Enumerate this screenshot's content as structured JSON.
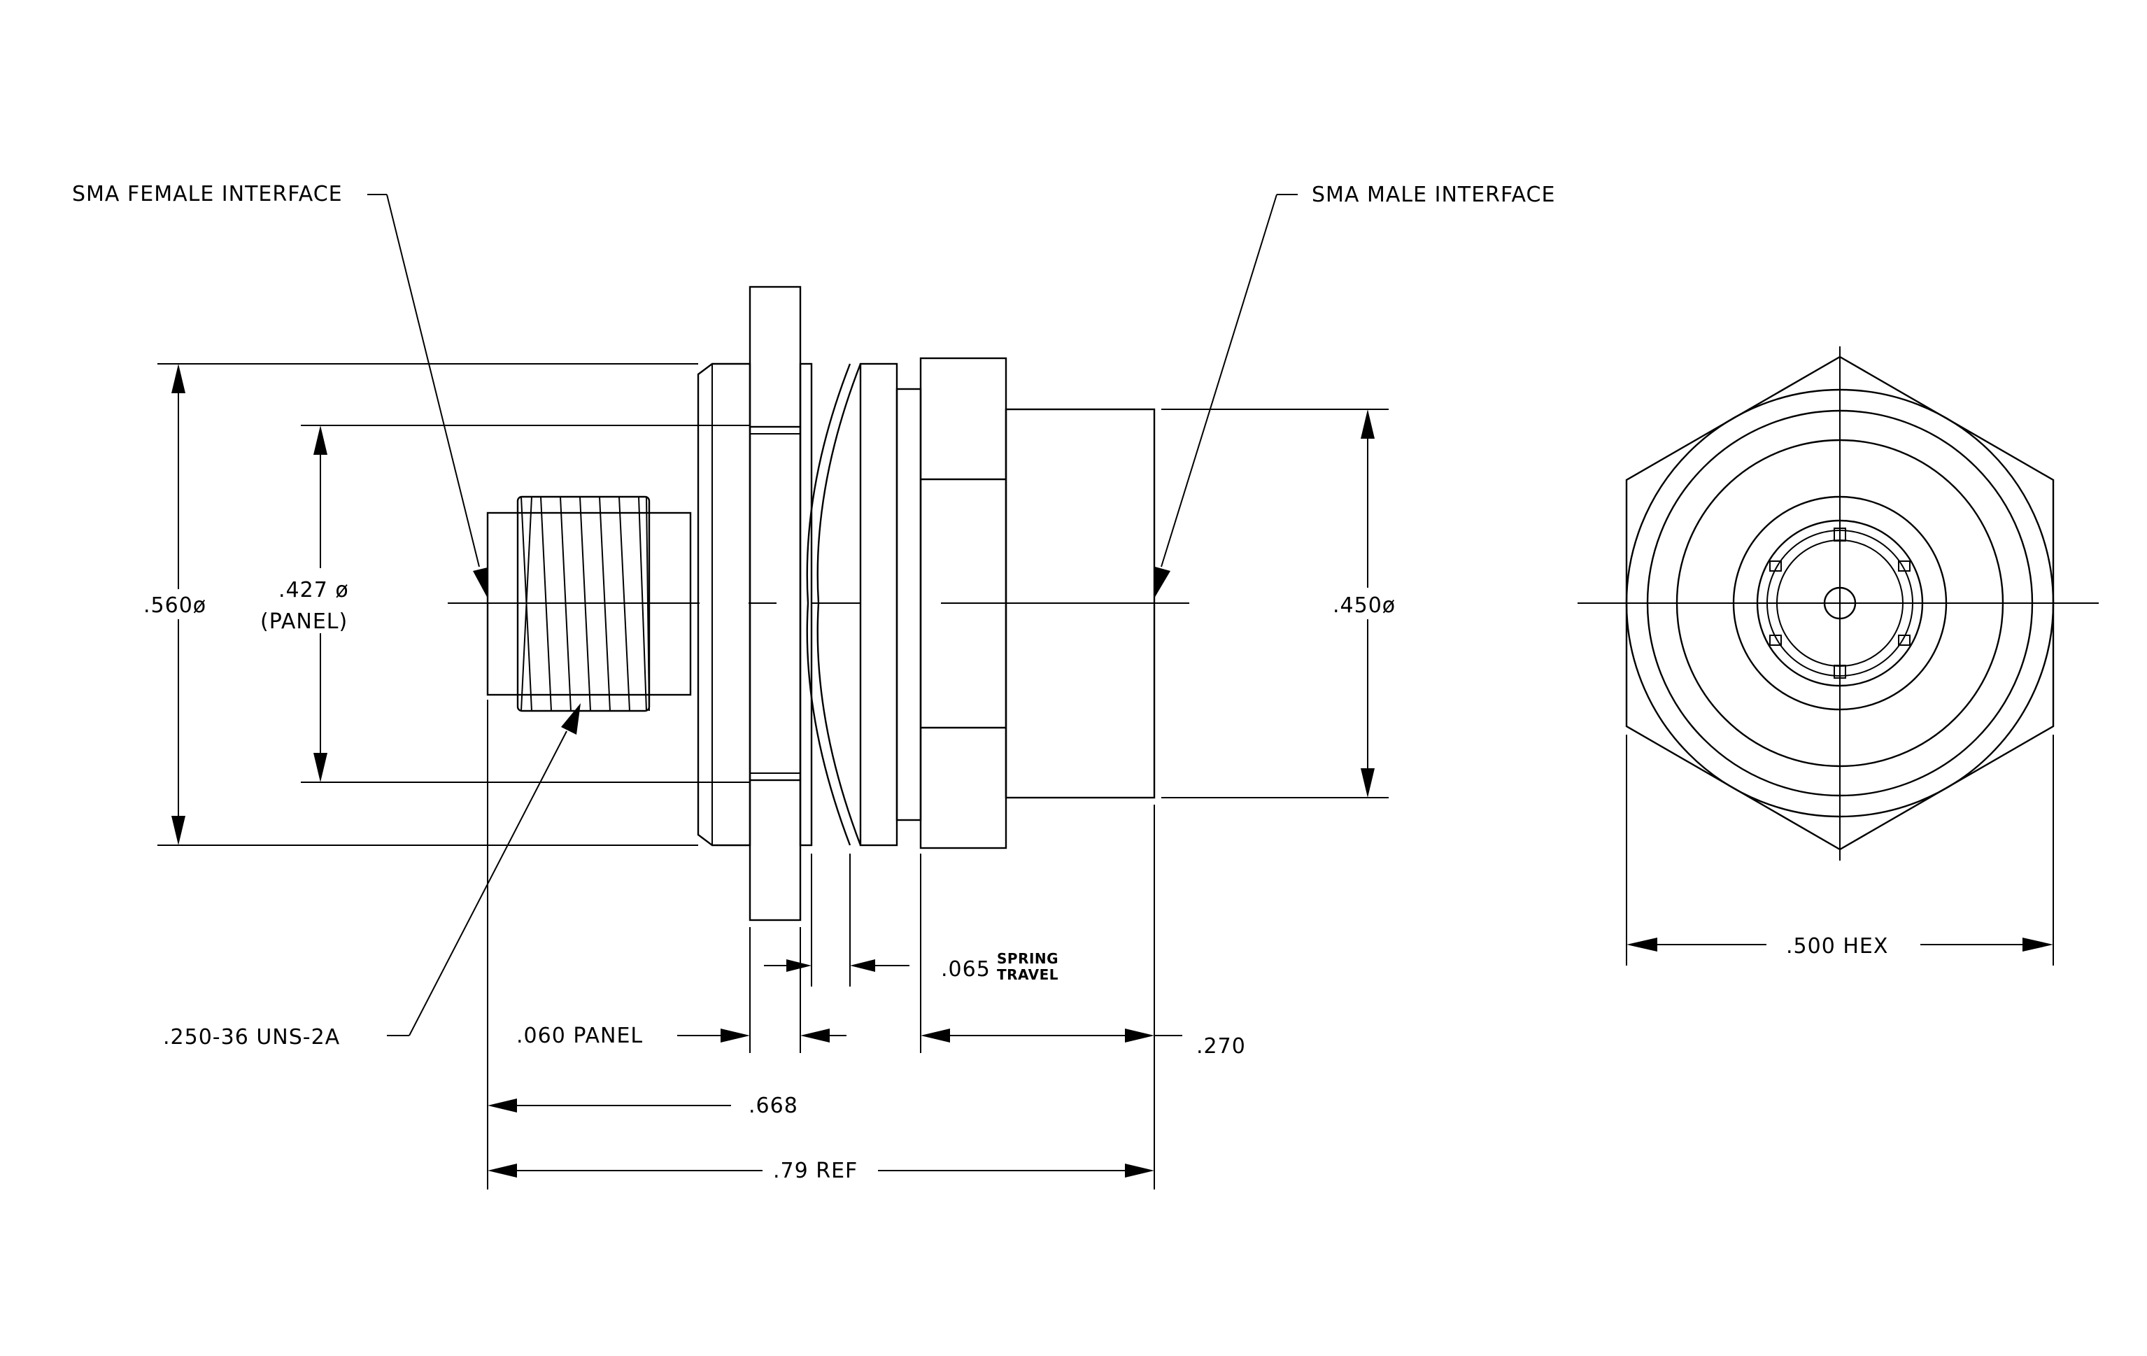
{
  "labels": {
    "sma_female_interface": "SMA FEMALE INTERFACE",
    "sma_male_interface": "SMA MALE INTERFACE",
    "dia_560": ".560ø",
    "dia_427": ".427 ø",
    "panel_paren": "(PANEL)",
    "dia_450": ".450ø",
    "thread": ".250-36 UNS-2A",
    "panel_060": ".060 PANEL",
    "travel_065": ".065",
    "spring": "SPRING",
    "travel": "TRAVEL",
    "len_270": ".270",
    "len_668": ".668",
    "len_79_ref": ".79 REF",
    "hex_500": ".500 HEX"
  }
}
